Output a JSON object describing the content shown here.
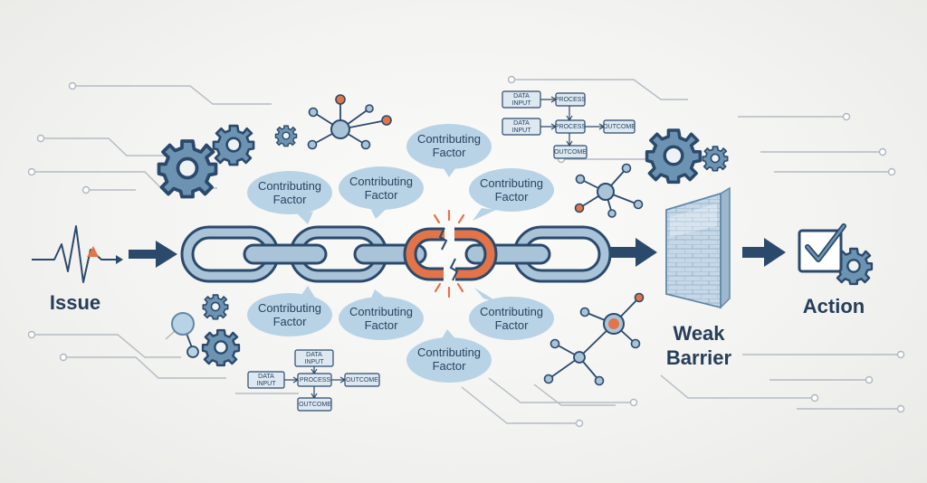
{
  "labels": {
    "issue": "Issue",
    "action": "Action",
    "barrier_line1": "Weak",
    "barrier_line2": "Barrier"
  },
  "bubbles": [
    {
      "line1": "Contributing",
      "line2": "Factor"
    },
    {
      "line1": "Contributing",
      "line2": "Factor"
    },
    {
      "line1": "Contributing",
      "line2": "Factor"
    },
    {
      "line1": "Contributing",
      "line2": "Factor"
    },
    {
      "line1": "Contributing",
      "line2": "Factor"
    },
    {
      "line1": "Contributing",
      "line2": "Factor"
    },
    {
      "line1": "Contributing",
      "line2": "Factor"
    },
    {
      "line1": "Contributing",
      "line2": "Factor"
    }
  ],
  "flowchart_top": {
    "input1": [
      "DATA",
      "INPUT"
    ],
    "input2": [
      "DATA",
      "INPUT"
    ],
    "process1": "PROCESS",
    "process2": "PROCESS",
    "outcome1": "OUTCOME",
    "outcome2": "OUTCOME"
  },
  "flowchart_bottom": {
    "input1": [
      "DATA",
      "INPUT"
    ],
    "input2": [
      "DATA",
      "INPUT"
    ],
    "process": "PROCESS",
    "outcome1": "OUTCOME",
    "outcome2": "OUTCOME"
  },
  "colors": {
    "navy": "#2b4a6b",
    "steel": "#5f88aa",
    "link_fill": "#a9c3d8",
    "bubble": "#b9d3e6",
    "broken": "#e3744a"
  }
}
